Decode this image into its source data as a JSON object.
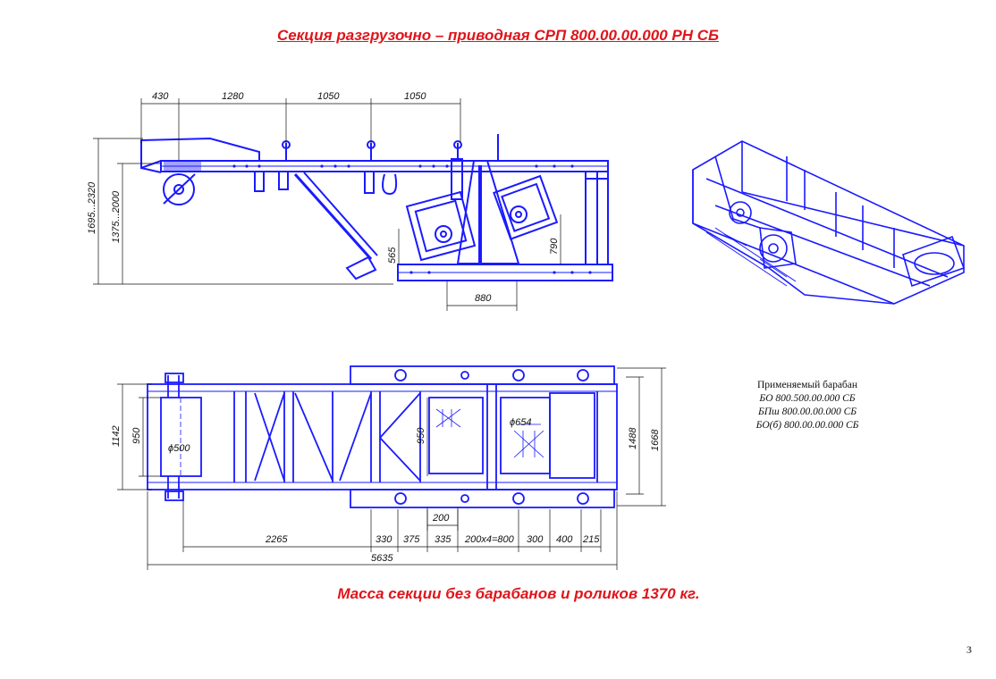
{
  "title": "Секция разгрузочно – приводная СРП 800.00.00.000 РН СБ",
  "mass_note": "Масса секции без барабанов и роликов 1370 кг.",
  "page_number": "3",
  "colors": {
    "title": "#e0141a",
    "drawing": "#1a1aff",
    "dimension": "#111111"
  },
  "applied_drum": {
    "heading": "Применяемый барабан",
    "items": [
      "БО 800.500.00.000 СБ",
      "БПш 800.00.00.000 СБ",
      "БО(б) 800.00.00.000 СБ"
    ]
  },
  "side_view": {
    "top_dims": [
      "430",
      "1280",
      "1050",
      "1050"
    ],
    "left_dims": [
      "1695...2320",
      "1375...2000"
    ],
    "inner_dims": [
      "565",
      "790"
    ],
    "bottom_dim": "880"
  },
  "plan_view": {
    "left_dims": [
      "1142",
      "950"
    ],
    "drum_diameter": "ϕ500",
    "inner_width": "950",
    "drive_diameter": "ϕ654",
    "right_dims": [
      "1488",
      "1668"
    ],
    "spacing_dim": "200",
    "bottom_dims": [
      "2265",
      "330",
      "375",
      "335",
      "200x4=800",
      "300",
      "400",
      "215"
    ],
    "total_length": "5635"
  }
}
